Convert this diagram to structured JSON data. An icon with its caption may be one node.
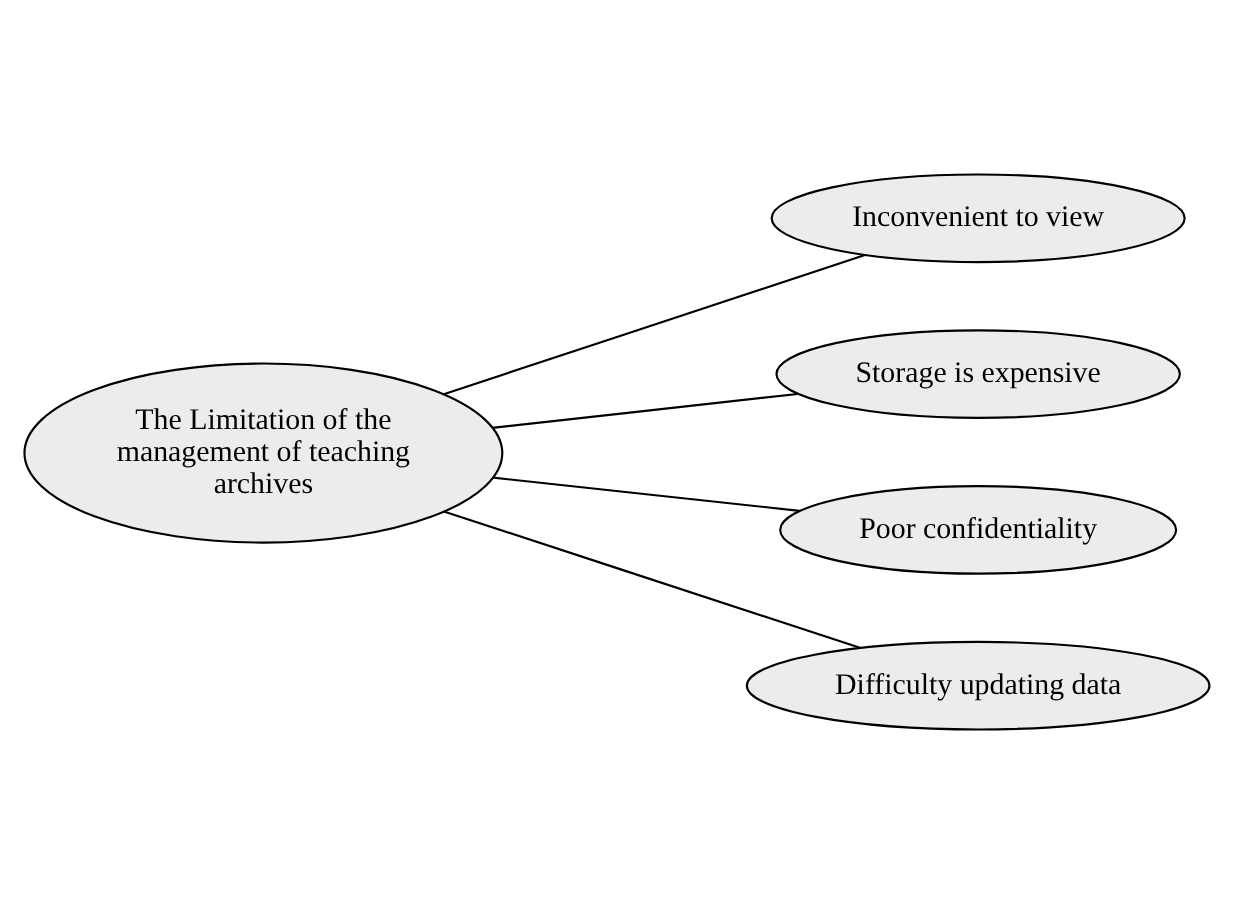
{
  "diagram": {
    "nodes": [
      {
        "text": [
          "The Limitation of the management of teaching archives"
        ]
      },
      {
        "text": [
          "Inconvenient to view"
        ]
      },
      {
        "text": [
          "Storage is expensive"
        ]
      },
      {
        "text": [
          "Poor confidentiality"
        ]
      },
      {
        "text": [
          "Difficulty updating data"
        ]
      }
    ],
    "edges": [
      {
        "from": 0,
        "to": 1,
        "arrow": "none"
      },
      {
        "from": 0,
        "to": 2,
        "arrow": "none"
      },
      {
        "from": 0,
        "to": 3,
        "arrow": "none"
      },
      {
        "from": 0,
        "to": 4,
        "arrow": "none"
      }
    ]
  }
}
